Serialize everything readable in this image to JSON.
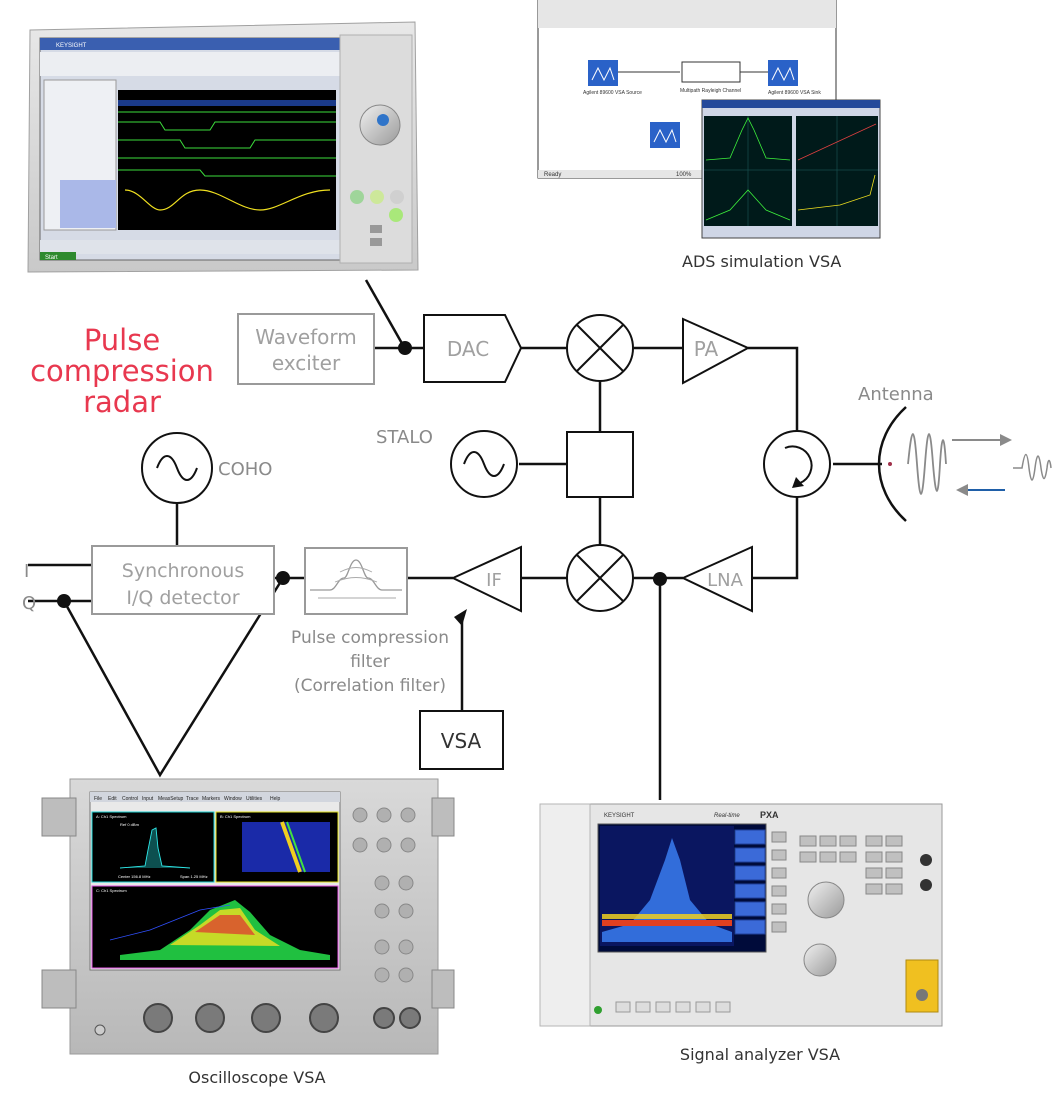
{
  "title": {
    "line1": "Pulse",
    "line2": "compression",
    "line3": "radar"
  },
  "colors": {
    "title": "#e8384f",
    "wire": "#111111",
    "block_border": "#9a9a9a",
    "block_text": "#a0a0a0",
    "tx_arrow": "#8a8a8a",
    "rx_arrow": "#1f5fa8",
    "antenna_dot": "#a0304a"
  },
  "blocks": {
    "waveform": {
      "line1": "Waveform",
      "line2": "exciter"
    },
    "dac": "DAC",
    "pa": "PA",
    "lna": "LNA",
    "if_amp": "IF",
    "vsa": "VSA",
    "detector": {
      "line1": "Synchronous",
      "line2": "I/Q detector"
    }
  },
  "labels": {
    "stalo": "STALO",
    "coho": "COHO",
    "antenna": "Antenna",
    "i": "I",
    "q": "Q",
    "filter": {
      "line1": "Pulse compression",
      "line2": "filter",
      "line3": "(Correlation filter)"
    }
  },
  "captions": {
    "ads": "ADS simulation VSA",
    "signal_analyzer": "Signal analyzer VSA",
    "oscilloscope": "Oscilloscope VSA"
  },
  "photo_texts": {
    "logic_analyzer": {
      "brand": "KEYSIGHT",
      "start": "Start"
    },
    "ads": {
      "ready": "Ready",
      "zoom": "100%",
      "source": "Agilent 89600 VSA Source",
      "sink": "Agilent 89600 VSA Sink",
      "channel": "Multipath Rayleigh Channel"
    },
    "oscilloscope": {
      "menu": [
        "File",
        "Edit",
        "Control",
        "Input",
        "MeasSetup",
        "Trace",
        "Markers",
        "Window",
        "Utilities",
        "Help"
      ],
      "trace_a": "A: Ch1 Spectrum",
      "trace_b": "B: Ch1 Spectrum",
      "trace_c": "C: Ch1 Spectrum",
      "ref": "Ref 0 dBm",
      "center": "Center 156.8 MHz",
      "span": "Span 1.25 MHz"
    },
    "signal_analyzer": {
      "brand": "KEYSIGHT",
      "model": "PXA",
      "mode": "Real-time"
    }
  }
}
